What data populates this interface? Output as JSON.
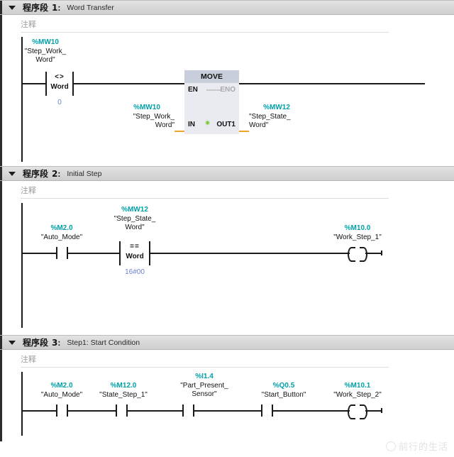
{
  "app": {
    "language": "zh-CN",
    "network_word": "程序段",
    "comment_placeholder": "注释",
    "colors": {
      "address": "#00a0a8",
      "value": "#6a7fd0",
      "wire": "#1a1a1a",
      "connector_orange": "#f0a32a",
      "box_header": "#c8cedb",
      "box_body": "#e9ebf1",
      "header_bar": "#d8d8d8"
    }
  },
  "watermark": {
    "text": "前行的生活",
    "icon": "paw-icon"
  },
  "networks": [
    {
      "index": "1",
      "title_prefix": "程序段",
      "number": "1",
      "colon": ":",
      "subtitle": "Word Transfer",
      "comment": "注释",
      "collapse_icon": "triangle-down-icon",
      "elements": {
        "contact1": {
          "address": "%MW10",
          "symbol": "\"Step_Work_\nWord\"",
          "operator": "<>",
          "datatype": "Word",
          "compare_value": "0"
        },
        "move_box": {
          "name": "MOVE",
          "pin_en": "EN",
          "pin_eno": "ENO",
          "pin_in": "IN",
          "pin_out": "OUT1",
          "in_address": "%MW10",
          "in_symbol": "\"Step_Work_\nWord\"",
          "out_address": "%MW12",
          "out_symbol": "\"Step_State_\nWord\""
        }
      }
    },
    {
      "index": "2",
      "title_prefix": "程序段",
      "number": "2",
      "colon": ":",
      "subtitle": "Initial Step",
      "comment": "注释",
      "collapse_icon": "triangle-down-icon",
      "elements": {
        "contact1": {
          "address": "%M2.0",
          "symbol": "\"Auto_Mode\"",
          "type": "NO"
        },
        "compare1": {
          "address": "%MW12",
          "symbol": "\"Step_State_\nWord\"",
          "operator": "==",
          "datatype": "Word",
          "compare_value": "16#00"
        },
        "coil1": {
          "address": "%M10.0",
          "symbol": "\"Work_Step_1\"",
          "type": "coil"
        }
      }
    },
    {
      "index": "3",
      "title_prefix": "程序段",
      "number": "3",
      "colon": ":",
      "subtitle": "Step1: Start Condition",
      "comment": "注释",
      "collapse_icon": "triangle-down-icon",
      "elements": {
        "contact1": {
          "address": "%M2.0",
          "symbol": "\"Auto_Mode\"",
          "type": "NO"
        },
        "contact2": {
          "address": "%M12.0",
          "symbol": "\"State_Step_1\"",
          "type": "NO"
        },
        "contact3": {
          "address": "%I1.4",
          "symbol": "\"Part_Present_\nSensor\"",
          "type": "NO"
        },
        "contact4": {
          "address": "%Q0.5",
          "symbol": "\"Start_Button\"",
          "type": "NO"
        },
        "coil1": {
          "address": "%M10.1",
          "symbol": "\"Work_Step_2\"",
          "type": "coil"
        }
      }
    }
  ]
}
